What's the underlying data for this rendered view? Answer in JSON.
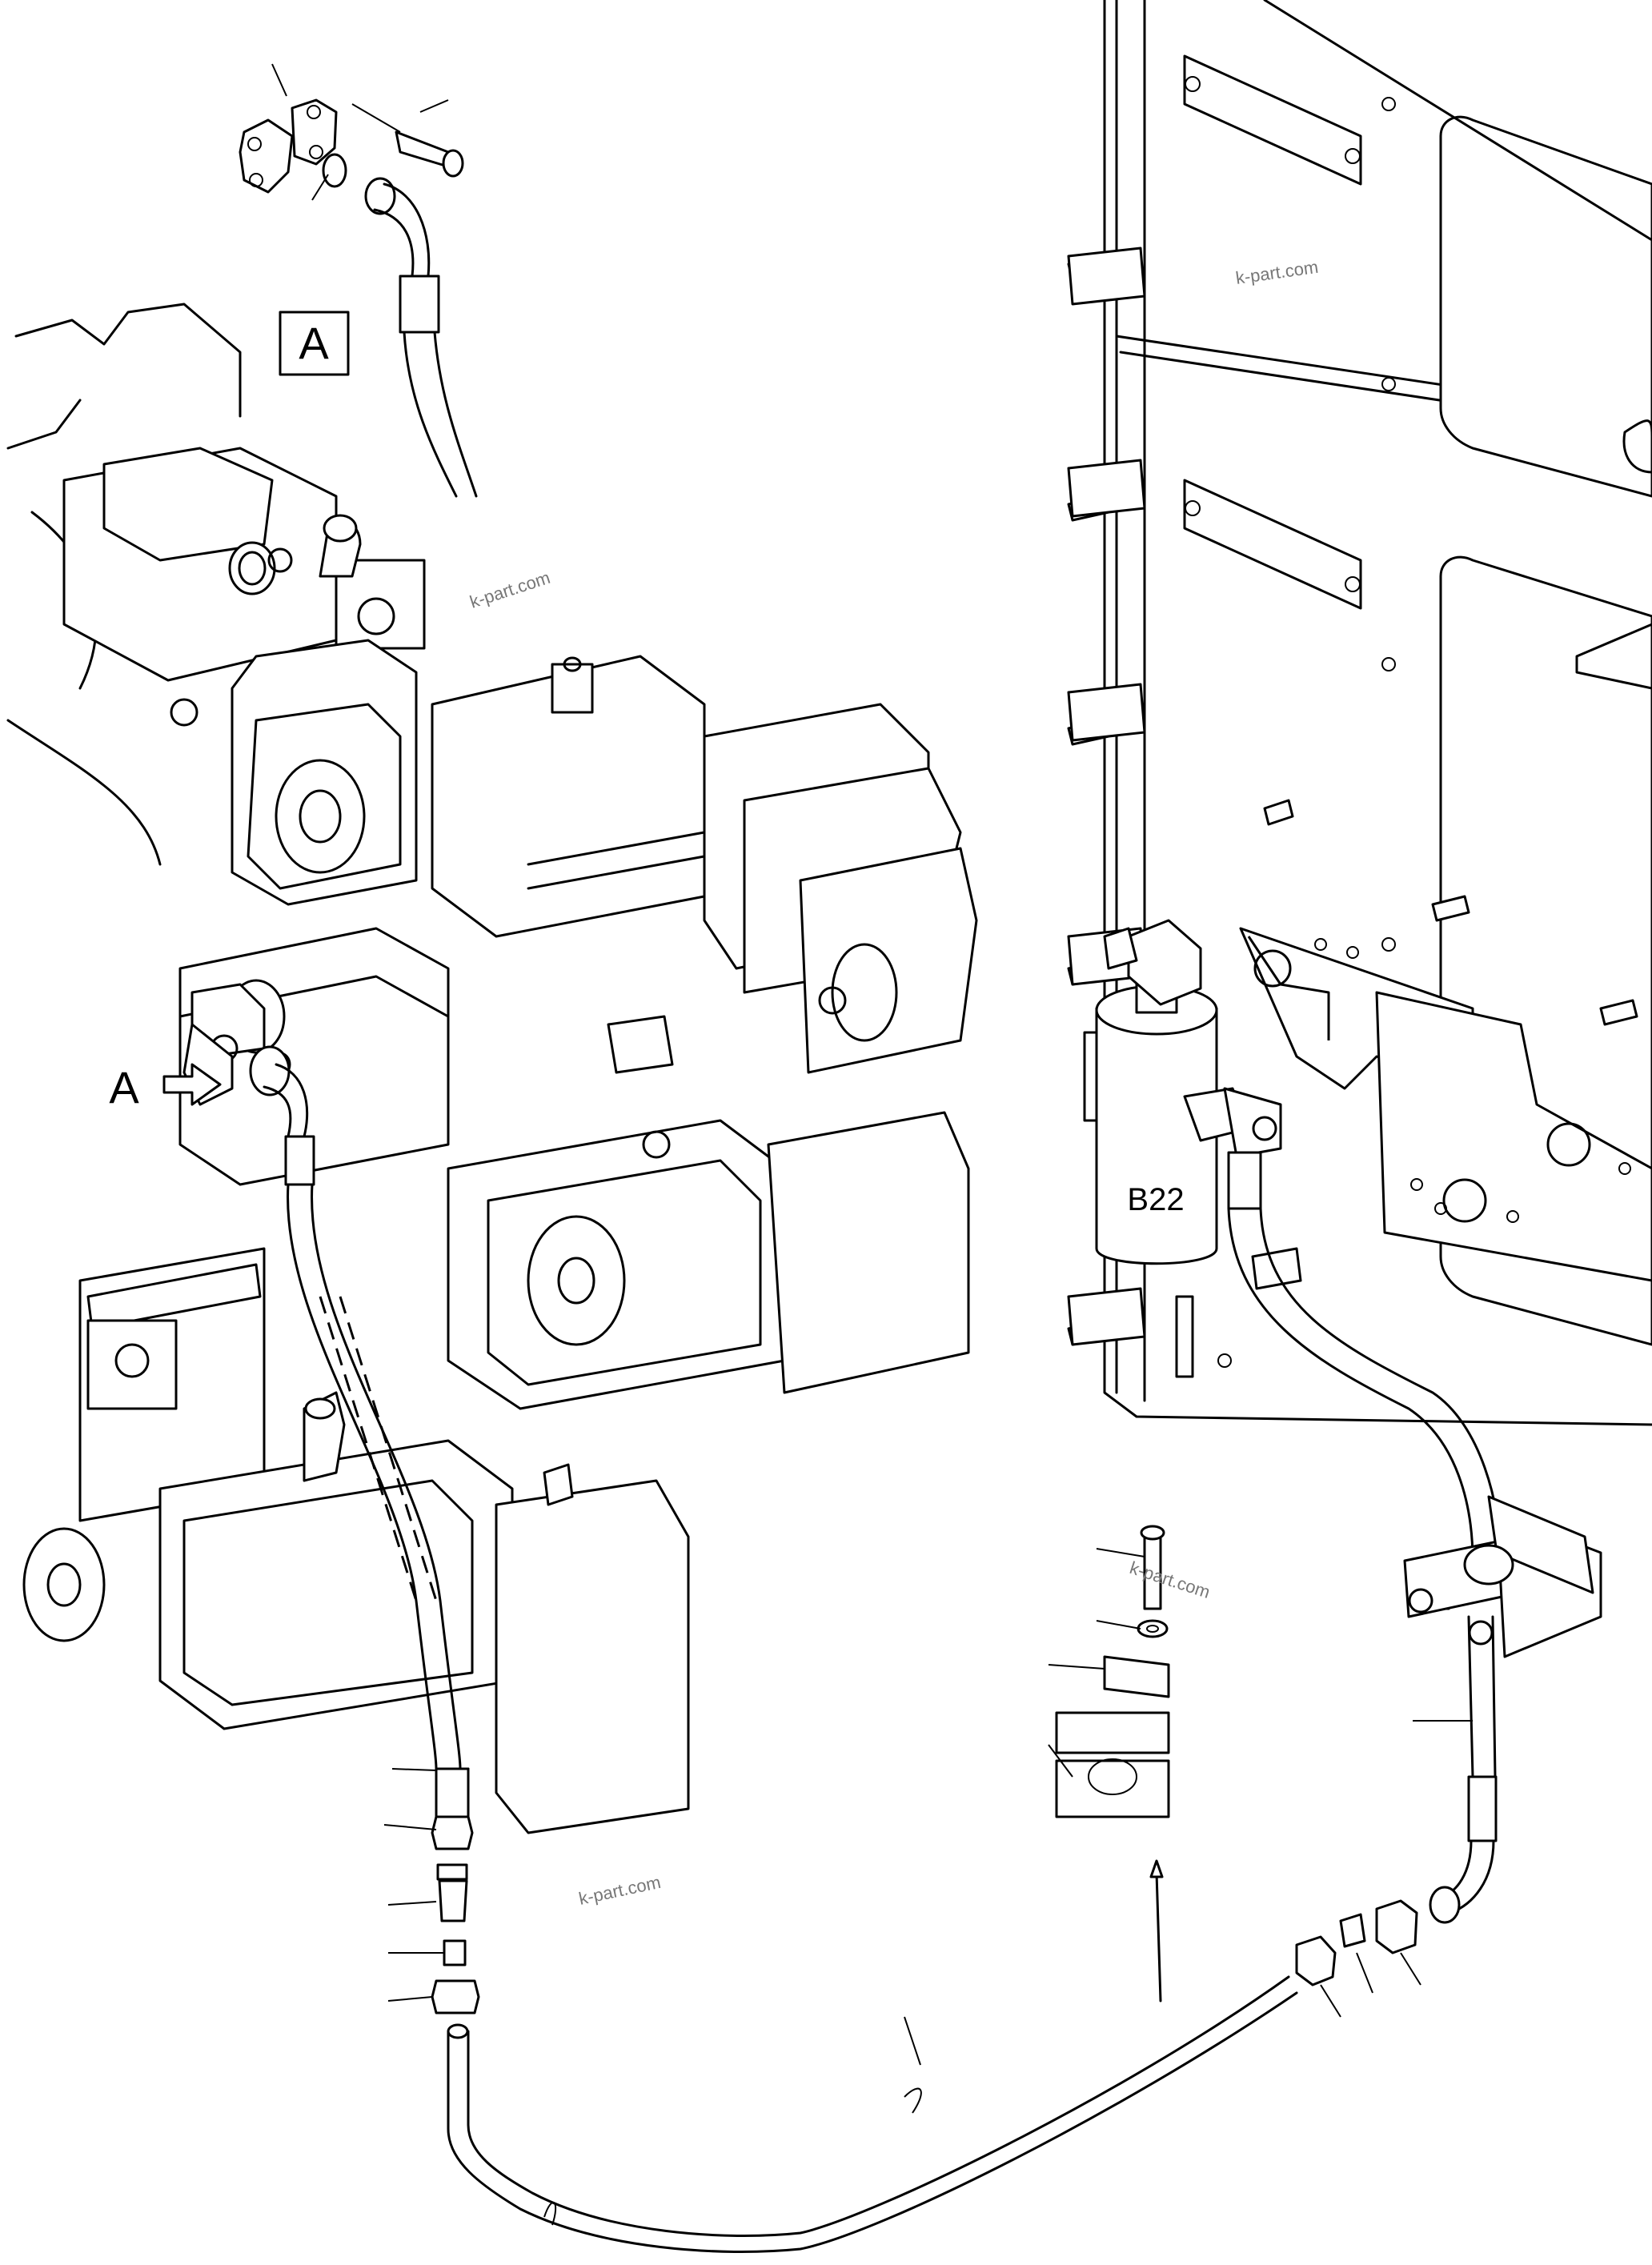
{
  "labels": {
    "detail_callout_box": "A",
    "detail_callout_pointer": "A",
    "component_b22": "B22"
  },
  "watermarks": [
    "k-part.com",
    "k-part.com",
    "k-part.com",
    "k-part.com"
  ]
}
